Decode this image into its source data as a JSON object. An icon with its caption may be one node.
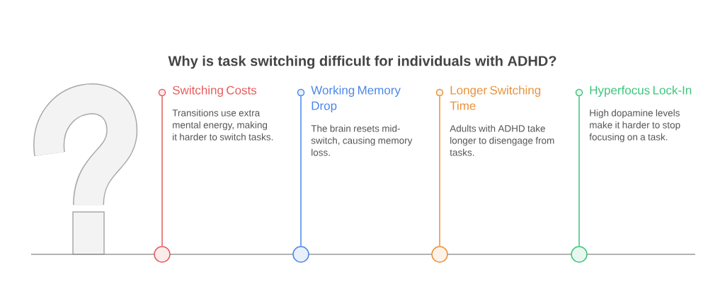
{
  "diagram": {
    "title": "Why is task switching difficult for individuals with ADHD?",
    "nodes": [
      {
        "text": [
          "Switching Costs",
          "Transitions use extra mental energy, making it harder to switch tasks."
        ]
      },
      {
        "text": [
          "Working Memory Drop",
          "The brain resets mid-switch, causing memory loss."
        ]
      },
      {
        "text": [
          "Longer Switching Time",
          "Adults with ADHD take longer to disengage from tasks."
        ]
      },
      {
        "text": [
          "Hyperfocus Lock-In",
          "High dopamine levels make it harder to stop focusing on a task."
        ]
      },
      {
        "text": [],
        "shape": "circle"
      },
      {
        "text": [],
        "shape": "circle"
      },
      {
        "text": [],
        "shape": "circle"
      },
      {
        "text": [],
        "shape": "circle"
      },
      {
        "text": [],
        "shape": "circle"
      },
      {
        "text": [],
        "shape": "circle"
      },
      {
        "text": [],
        "shape": "circle"
      },
      {
        "text": [],
        "shape": "circle"
      }
    ],
    "edges": [
      {
        "from": 4,
        "to": 8,
        "arrow": "none",
        "color": "#e85a5a"
      },
      {
        "from": 5,
        "to": 9,
        "arrow": "none",
        "color": "#4a86e8"
      },
      {
        "from": 6,
        "to": 10,
        "arrow": "none",
        "color": "#e8913a"
      },
      {
        "from": 7,
        "to": 11,
        "arrow": "none",
        "color": "#3cc47c"
      }
    ]
  }
}
